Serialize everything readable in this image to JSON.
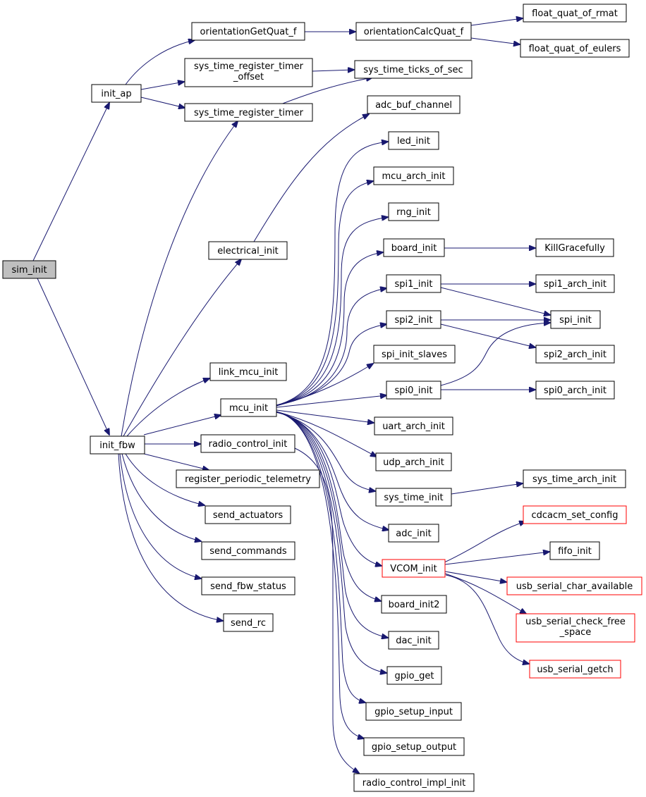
{
  "graph": {
    "nodes": {
      "sim_init": "sim_init",
      "init_ap": "init_ap",
      "init_fbw": "init_fbw",
      "orientationGetQuat_f": "orientationGetQuat_f",
      "orientationCalcQuat_f": "orientationCalcQuat_f",
      "float_quat_of_rmat": "float_quat_of_rmat",
      "float_quat_of_eulers": "float_quat_of_eulers",
      "sys_time_register_timer_offset_l1": "sys_time_register_timer",
      "sys_time_register_timer_offset_l2": "_offset",
      "sys_time_ticks_of_sec": "sys_time_ticks_of_sec",
      "sys_time_register_timer": "sys_time_register_timer",
      "adc_buf_channel": "adc_buf_channel",
      "electrical_init": "electrical_init",
      "led_init": "led_init",
      "mcu_arch_init": "mcu_arch_init",
      "rng_init": "rng_init",
      "board_init": "board_init",
      "KillGracefully": "KillGracefully",
      "spi1_init": "spi1_init",
      "spi1_arch_init": "spi1_arch_init",
      "spi_init": "spi_init",
      "spi2_init": "spi2_init",
      "spi2_arch_init": "spi2_arch_init",
      "spi_init_slaves": "spi_init_slaves",
      "link_mcu_init": "link_mcu_init",
      "mcu_init": "mcu_init",
      "spi0_init": "spi0_init",
      "spi0_arch_init": "spi0_arch_init",
      "uart_arch_init": "uart_arch_init",
      "radio_control_init": "radio_control_init",
      "udp_arch_init": "udp_arch_init",
      "register_periodic_telemetry": "register_periodic_telemetry",
      "sys_time_init": "sys_time_init",
      "sys_time_arch_init": "sys_time_arch_init",
      "send_actuators": "send_actuators",
      "cdcacm_set_config": "cdcacm_set_config",
      "adc_init": "adc_init",
      "send_commands": "send_commands",
      "fifo_init": "fifo_init",
      "VCOM_init": "VCOM_init",
      "usb_serial_char_available": "usb_serial_char_available",
      "send_fbw_status": "send_fbw_status",
      "board_init2": "board_init2",
      "usb_serial_check_free_space_l1": "usb_serial_check_free",
      "usb_serial_check_free_space_l2": "_space",
      "send_rc": "send_rc",
      "dac_init": "dac_init",
      "usb_serial_getch": "usb_serial_getch",
      "gpio_get": "gpio_get",
      "gpio_setup_input": "gpio_setup_input",
      "gpio_setup_output": "gpio_setup_output",
      "radio_control_impl_init": "radio_control_impl_init"
    },
    "colors": {
      "edge": "#191970",
      "root_fill": "#bfbfbf",
      "node_border": "#000000",
      "truncated_border": "#ff0000"
    }
  }
}
